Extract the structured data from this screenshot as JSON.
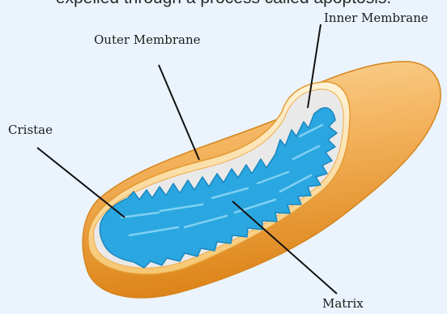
{
  "caption_fragment": "expelled through a process called apoptosis.",
  "labels": {
    "inner_membrane": "Inner Membrane",
    "outer_membrane": "Outer Membrane",
    "cristae": "Cristae",
    "matrix": "Matrix"
  },
  "colors": {
    "background": "#ebf4fd",
    "outer_membrane_light": "#f7c97d",
    "outer_membrane_dark": "#e08a1e",
    "intermembrane_space": "#e8e8e8",
    "cristae_fill": "#2aa7e0",
    "cristae_stroke": "#1b86bd",
    "leader_lines": "#111111"
  }
}
